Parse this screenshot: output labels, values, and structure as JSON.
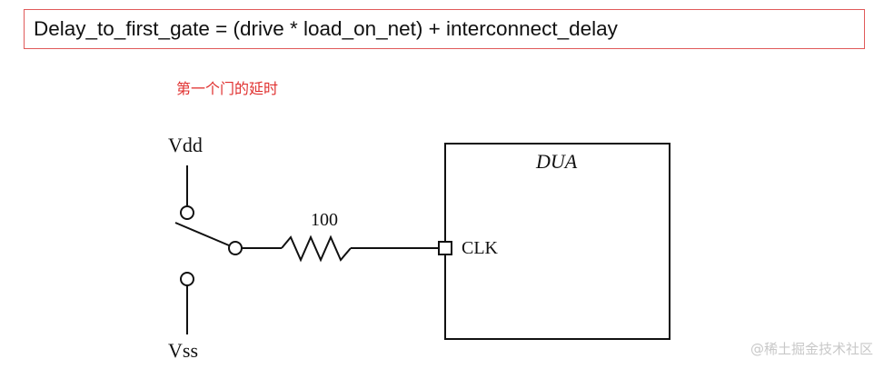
{
  "formula": "Delay_to_first_gate = (drive * load_on_net) + interconnect_delay",
  "caption": "第一个门的延时",
  "circuit": {
    "supply_label": "Vdd",
    "ground_label": "Vss",
    "resistor_label": "100",
    "block_label": "DUA",
    "pin_label": "CLK"
  },
  "watermark": "@稀土掘金技术社区"
}
